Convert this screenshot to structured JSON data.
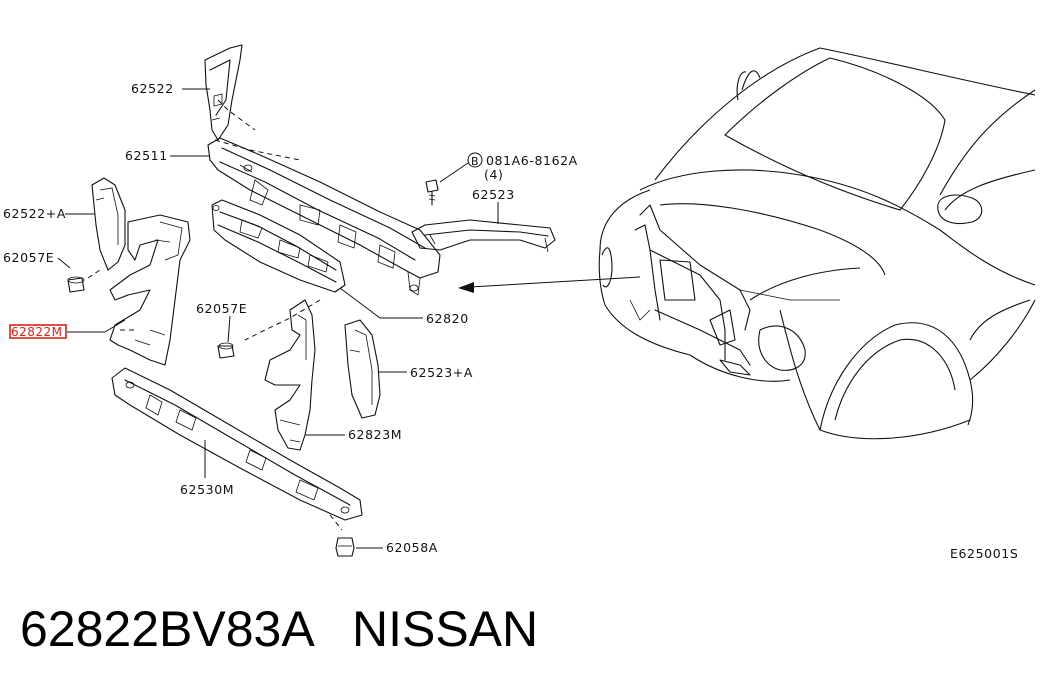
{
  "diagram": {
    "labels": {
      "l62522": "62522",
      "l62511": "62511",
      "l62522a": "62522+A",
      "l62057e_left": "62057E",
      "l62822m": "62822M",
      "l62820": "62820",
      "l62057e_mid": "62057E",
      "l62523a": "62523+A",
      "l62823m": "62823M",
      "l62530m": "62530M",
      "l62058a": "62058A",
      "l62523": "62523",
      "bolt_marker": "B",
      "bolt_code": "081A6-8162A",
      "bolt_qty": "(4)",
      "diagram_code": "E625001S"
    },
    "highlighted_part": "62822M",
    "highlight_color": "#e0201a"
  },
  "footer": {
    "part_number": "62822BV83A",
    "brand": "NISSAN"
  }
}
